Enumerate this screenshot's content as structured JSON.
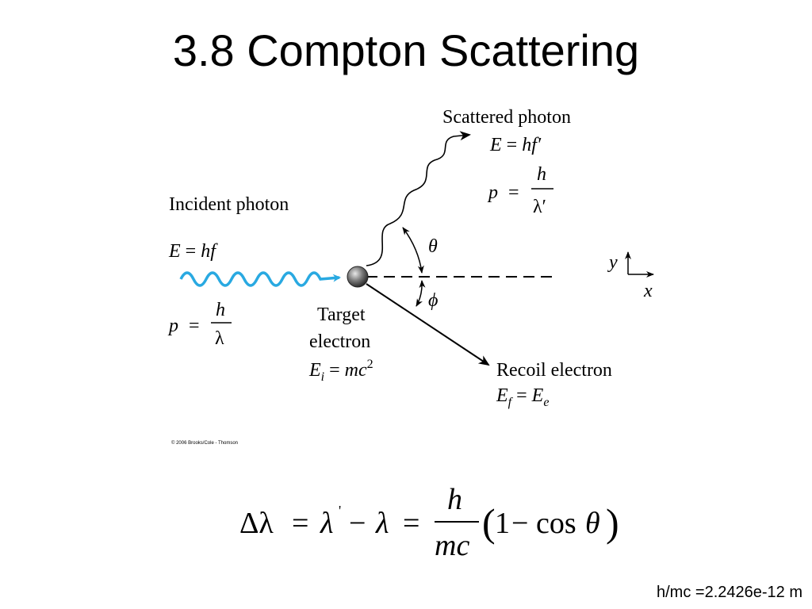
{
  "slide": {
    "title": "3.8 Compton Scattering"
  },
  "diagram": {
    "incident": {
      "label": "Incident photon",
      "energy_lhs": "E",
      "energy_rhs": "hf",
      "momentum_lhs": "p",
      "momentum_num": "h",
      "momentum_den": "λ",
      "color": "#29a9e1"
    },
    "scattered": {
      "label": "Scattered photon",
      "energy_lhs": "E",
      "energy_rhs": "hf′",
      "momentum_lhs": "p",
      "momentum_num": "h",
      "momentum_den": "λ′"
    },
    "target": {
      "label_line1": "Target",
      "label_line2": "electron",
      "energy_lhs_base": "E",
      "energy_lhs_sub": "i",
      "energy_rhs_base": "mc",
      "energy_rhs_sup": "2"
    },
    "recoil": {
      "label": "Recoil electron",
      "energy_lhs_base": "E",
      "energy_lhs_sub": "f",
      "energy_rhs_base": "E",
      "energy_rhs_sub": "e"
    },
    "angles": {
      "theta": "θ",
      "phi": "ϕ"
    },
    "axes": {
      "x": "x",
      "y": "y"
    },
    "copyright": "© 2006 Brooks/Cole - Thomson"
  },
  "formula": {
    "lhs": "Δλ",
    "eq1": "=",
    "lambda_prime": "λ",
    "prime": "'",
    "minus": "−",
    "lambda": "λ",
    "eq2": "=",
    "frac_num": "h",
    "frac_den": "mc",
    "paren_open": "(",
    "one": "1",
    "minus2": "−",
    "cos": "cos",
    "theta": "θ",
    "paren_close": ")"
  },
  "note": "h/mc =2.2426e-12 m"
}
